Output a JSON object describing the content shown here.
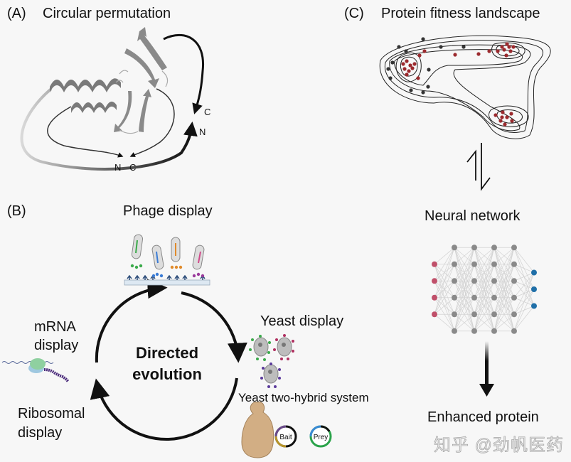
{
  "panel_a": {
    "tag": "(A)",
    "title": "Circular permutation",
    "terminus_labels": {
      "outer_c": "C",
      "outer_n": "N",
      "inner_n": "N",
      "inner_c": "C"
    }
  },
  "panel_b": {
    "tag": "(B)",
    "center_label_line1": "Directed",
    "center_label_line2": "evolution",
    "methods": {
      "phage": "Phage display",
      "yeast": "Yeast display",
      "two_hybrid": "Yeast two-hybrid system",
      "mrna_line1": "mRNA",
      "mrna_line2": "display",
      "ribosomal_line1": "Ribosomal",
      "ribosomal_line2": "display"
    },
    "plasmids": {
      "bait": "Bait",
      "prey": "Prey"
    }
  },
  "panel_c": {
    "tag": "(C)",
    "title": "Protein fitness landscape",
    "nn_label": "Neural network",
    "output_label": "Enhanced protein",
    "network_layers": [
      4,
      6,
      6,
      6,
      6,
      3
    ]
  },
  "colors": {
    "input_node": "#c0506a",
    "hidden_node": "#8a8a8a",
    "output_node": "#1f6fa8",
    "landscape_dot_red": "#9b2a2e",
    "landscape_dot_dark": "#333333"
  },
  "watermark": "知乎 @劲帆医药"
}
